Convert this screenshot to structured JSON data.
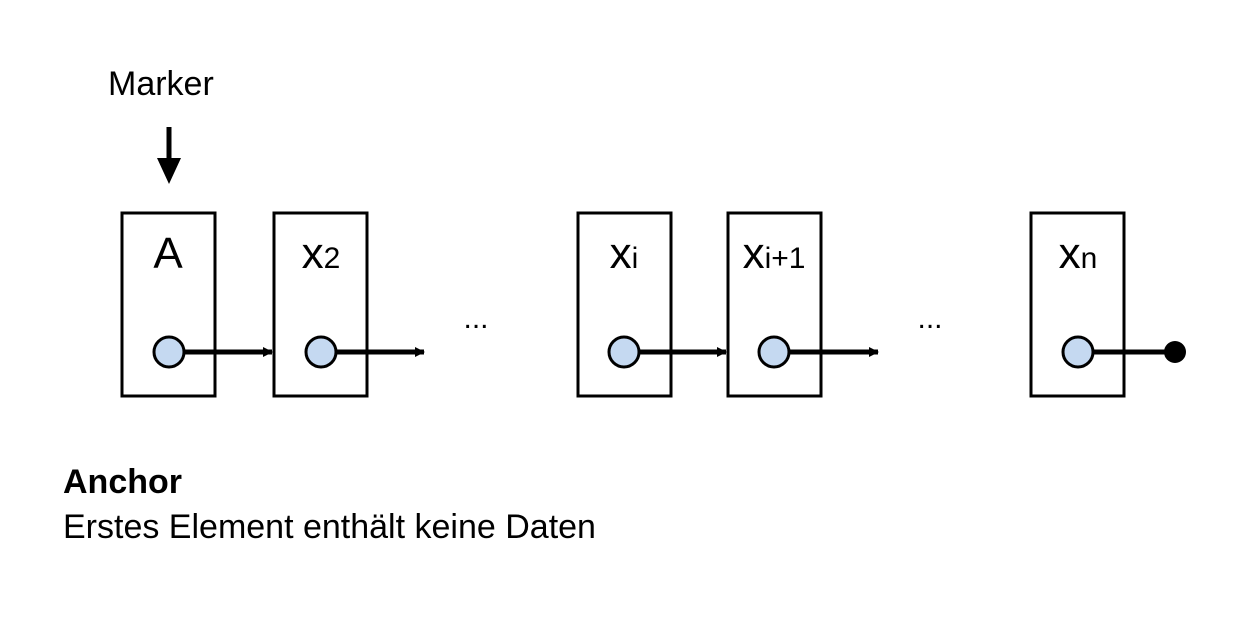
{
  "marker_label": "Marker",
  "nodes": [
    {
      "label": "A",
      "sub": ""
    },
    {
      "label": "x",
      "sub": "2"
    },
    {
      "label": "x",
      "sub": "i"
    },
    {
      "label": "x",
      "sub": "i+1"
    },
    {
      "label": "x",
      "sub": "n"
    }
  ],
  "ellipsis": "...",
  "caption": {
    "title": "Anchor",
    "subtitle": "Erstes Element enthält keine Daten"
  },
  "colors": {
    "stroke": "#000000",
    "pointer_fill": "#c5d9f1",
    "background": "#ffffff"
  }
}
